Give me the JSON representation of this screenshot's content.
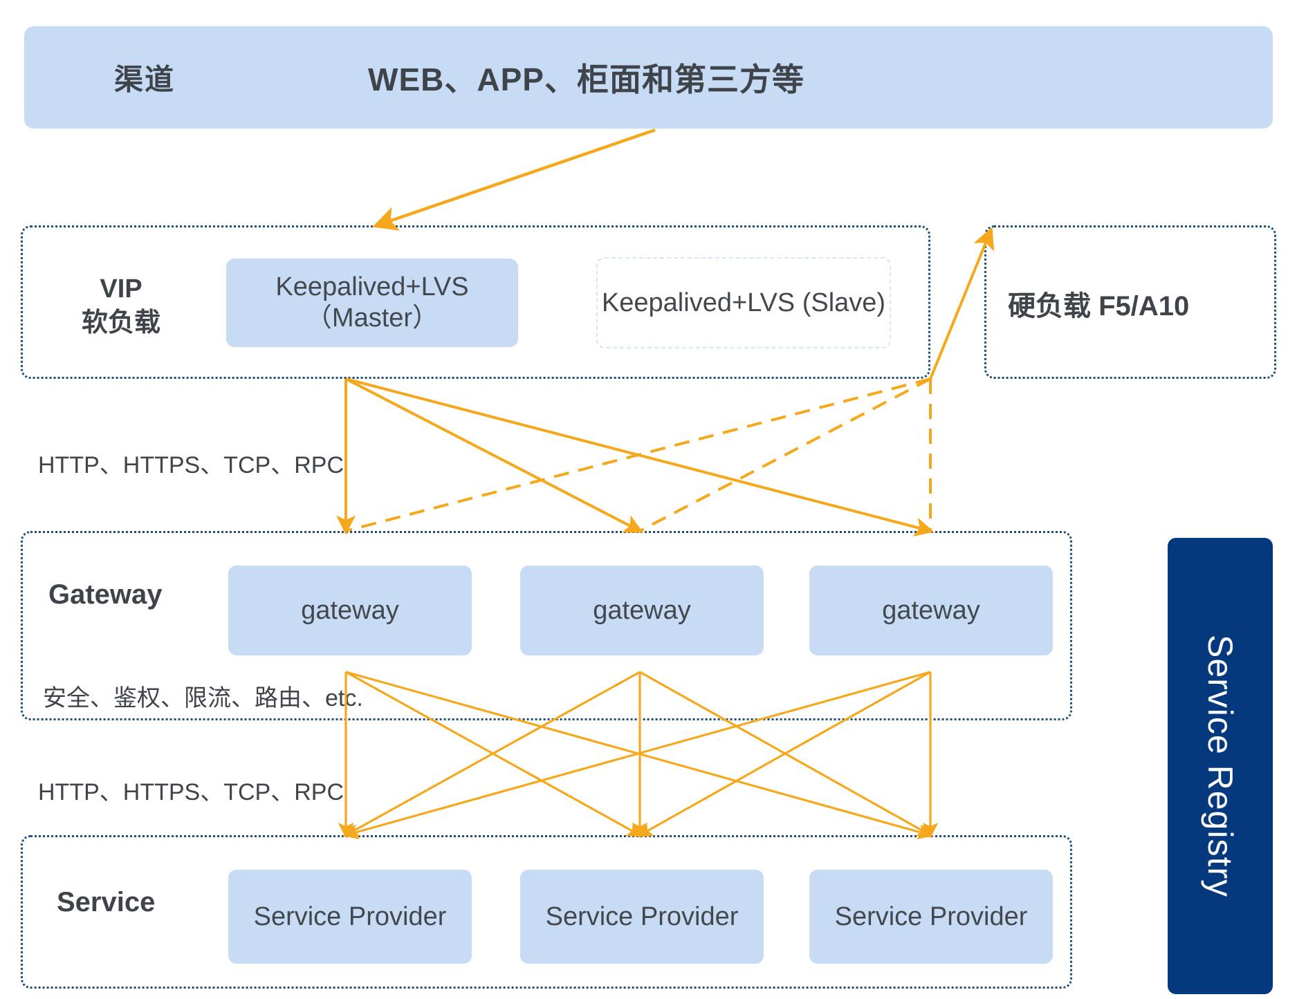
{
  "channel": {
    "label": "渠道",
    "title": "WEB、APP、柜面和第三方等",
    "fill": "#c7dcf4"
  },
  "vip_layer": {
    "title_line1": "VIP",
    "title_line2": "软负载",
    "nodes": [
      {
        "name": "keepalived-lvs-master",
        "label": "Keepalived+LVS（Master）",
        "style": "filled"
      },
      {
        "name": "keepalived-lvs-slave",
        "label": "Keepalived+LVS (Slave)",
        "style": "ghost"
      }
    ]
  },
  "hard_load_balancer": {
    "label": "硬负载  F5/A10"
  },
  "gateway_layer": {
    "title": "Gateway",
    "nodes": [
      {
        "label": "gateway"
      },
      {
        "label": "gateway"
      },
      {
        "label": "gateway"
      }
    ],
    "feature_label": "安全、鉴权、限流、路由、etc."
  },
  "service_layer": {
    "title": "Service",
    "nodes": [
      {
        "label": "Service Provider"
      },
      {
        "label": "Service Provider"
      },
      {
        "label": "Service Provider"
      }
    ]
  },
  "edge_labels": {
    "protocol_top": "HTTP、HTTPS、TCP、RPC",
    "protocol_bottom": "HTTP、HTTPS、TCP、RPC"
  },
  "service_registry": {
    "label": "Service Registry",
    "fill": "#05397e",
    "text_color": "#ffffff"
  },
  "colors": {
    "arrow": "#f5a81c",
    "node_fill": "#c7dcf4",
    "container_border": "#1f4e79",
    "text": "#3f444b",
    "registry_fill": "#05397e"
  },
  "connections": {
    "channel_to_master": 1,
    "master_to_gateways": 3,
    "hard_lb_to_gateways": 3,
    "gateway_to_service_mesh": 9
  }
}
